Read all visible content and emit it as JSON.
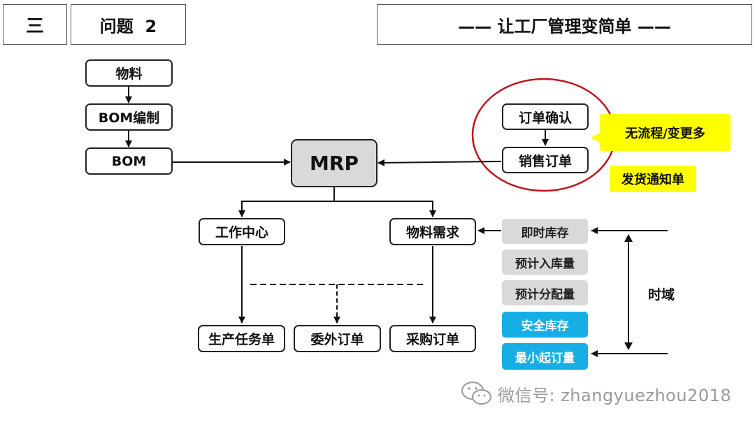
{
  "header": {
    "section_num": "三",
    "question": "问题  2",
    "tagline": "—— 让工厂管理变简单 ——"
  },
  "nodes": {
    "material": "物料",
    "bom_compile": "BOM编制",
    "bom": "BOM",
    "mrp": "MRP",
    "order_confirm": "订单确认",
    "sales_order": "销售订单",
    "work_center": "工作中心",
    "material_demand": "物料需求",
    "production_task": "生产任务单",
    "outsource_order": "委外订单",
    "purchase_order": "采购订单"
  },
  "callouts": {
    "no_process": "无流程/变更多",
    "delivery_notice": "发货通知单"
  },
  "inventory_factors": [
    "即时库存",
    "预计入库量",
    "预计分配量",
    "安全库存",
    "最小起订量"
  ],
  "time_domain": "时域",
  "watermark": {
    "icon": "wechat-icon",
    "text": "微信号: zhangyuezhou2018"
  },
  "colors": {
    "circle": "#c0141c",
    "yellow": "#ffff00",
    "cyan": "#17aee6",
    "gray": "#d9d9d9"
  }
}
